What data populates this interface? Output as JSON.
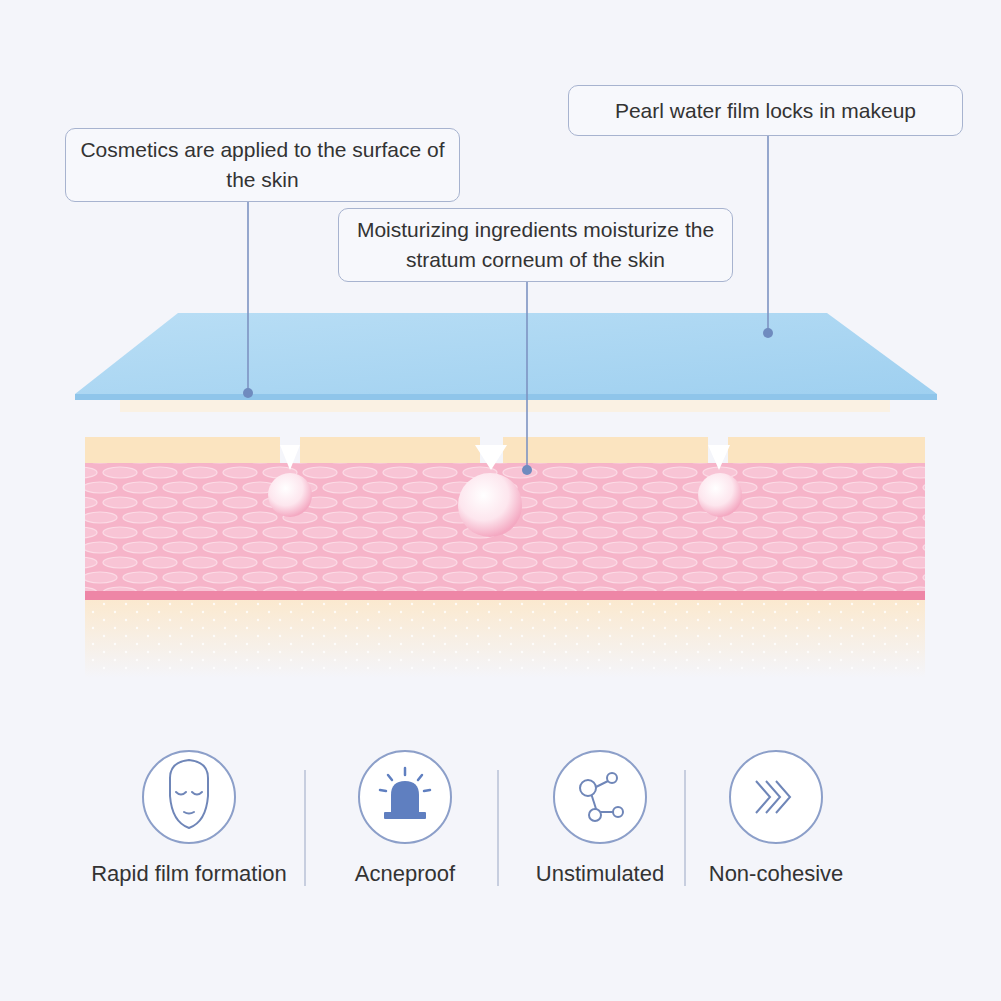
{
  "diagram": {
    "nodes": [
      {
        "text": [
          "Pearl water film locks in makeup"
        ]
      },
      {
        "text": [
          "Cosmetics are applied to the surface of the skin"
        ]
      },
      {
        "text": [
          "Moisturizing ingredients moisturize the stratum corneum of the skin"
        ]
      }
    ],
    "labels": [
      "Rapid film formation",
      "Acneproof",
      "Unstimulated",
      "Non-cohesive"
    ]
  }
}
